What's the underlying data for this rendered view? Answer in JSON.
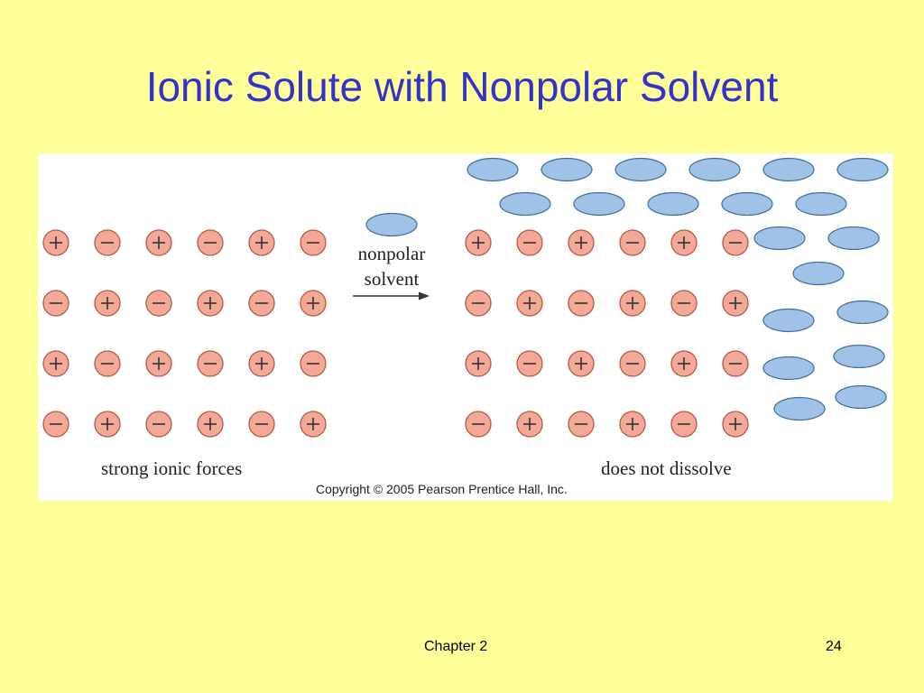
{
  "slide": {
    "title": "Ionic Solute with Nonpolar Solvent",
    "footer_chapter": "Chapter 2",
    "footer_page": "24"
  },
  "figure": {
    "left_caption": "strong ionic forces",
    "right_caption": "does not dissolve",
    "arrow_label_line1": "nonpolar",
    "arrow_label_line2": "solvent",
    "copyright": "Copyright © 2005 Pearson Prentice Hall, Inc.",
    "ion_rows": [
      [
        "+",
        "−",
        "+",
        "−",
        "+",
        "−"
      ],
      [
        "−",
        "+",
        "−",
        "+",
        "−",
        "+"
      ],
      [
        "+",
        "−",
        "+",
        "−",
        "+",
        "−"
      ],
      [
        "−",
        "+",
        "−",
        "+",
        "−",
        "+"
      ]
    ],
    "colors": {
      "ion_fill": "#f4a896",
      "ion_stroke": "#b05a4a",
      "solvent_fill": "#9fc2e6",
      "solvent_stroke": "#3f6f9f",
      "title": "#3333cc",
      "background": "#ffff99"
    }
  }
}
